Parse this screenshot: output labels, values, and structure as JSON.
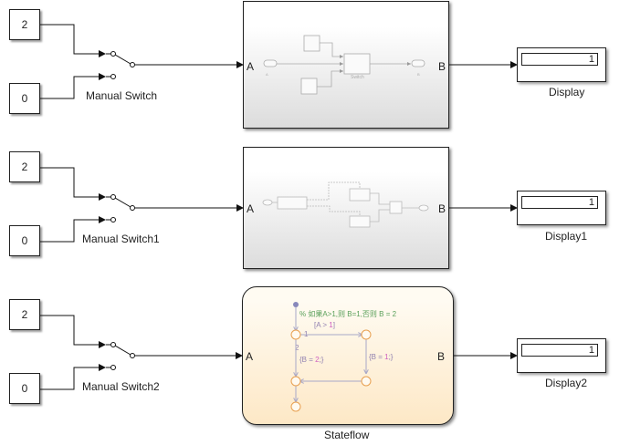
{
  "rows": [
    {
      "const_top": "2",
      "const_bottom": "0",
      "switch_label": "Manual Switch",
      "subsystem": {
        "type": "subsystem",
        "in_port": "A",
        "out_port": "B",
        "inner": {
          "in_label": "A",
          "out_label": "B",
          "switch_label": "Switch"
        }
      },
      "display_label": "Display",
      "display_value": "1"
    },
    {
      "const_top": "2",
      "const_bottom": "0",
      "switch_label": "Manual Switch1",
      "subsystem": {
        "type": "subsystem",
        "in_port": "A",
        "out_port": "B"
      },
      "display_label": "Display1",
      "display_value": "1"
    },
    {
      "const_top": "2",
      "const_bottom": "0",
      "switch_label": "Manual Switch2",
      "subsystem": {
        "type": "stateflow",
        "in_port": "A",
        "out_port": "B",
        "label": "Stateflow",
        "comment": "% 如果A>1,则 B=1,否则 B = 2",
        "condition_prefix": "[A > ",
        "condition_value": "1",
        "condition_suffix": "]",
        "action_left_prefix": "{B = ",
        "action_left_value": "2",
        "action_left_suffix": ";}",
        "action_right_prefix": "{B = ",
        "action_right_value": "1",
        "action_right_suffix": ";}",
        "order_1": "1",
        "order_2": "2"
      },
      "display_label": "Display2",
      "display_value": "1"
    }
  ],
  "colors": {
    "line": "#111111",
    "stateflow_junction": "#e8a050",
    "stateflow_transition": "#a8a8c8",
    "stateflow_comment": "#5aa05a",
    "stateflow_number": "#d060c0",
    "stateflow_text": "#9080b0"
  }
}
